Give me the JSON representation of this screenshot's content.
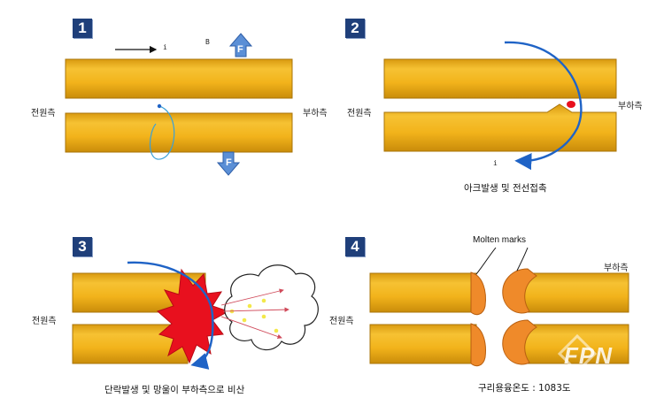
{
  "panels": {
    "p1": {
      "number": "1",
      "left_label": "전원측",
      "right_label": "부하측",
      "current_label": "i",
      "field_label": "B",
      "force_label": "F"
    },
    "p2": {
      "number": "2",
      "left_label": "전원측",
      "right_label": "부하측",
      "current_label": "i",
      "caption": "아크발생 및 전선접촉"
    },
    "p3": {
      "number": "3",
      "left_label": "전원측",
      "caption": "단락발생 및 망울이 부하측으로 비산"
    },
    "p4": {
      "number": "4",
      "left_label": "전원측",
      "right_label": "부하측",
      "annotation": "Molten marks",
      "caption": "구리용융온도 : 1083도"
    }
  },
  "watermark": "FPN",
  "colors": {
    "wire": "#f2b31b",
    "wire_edge": "#b07a08",
    "arrow_blue": "#1f63c6",
    "spark_red": "#e8101e",
    "molten": "#ef8a2a",
    "badge": "#1f3f7a"
  }
}
